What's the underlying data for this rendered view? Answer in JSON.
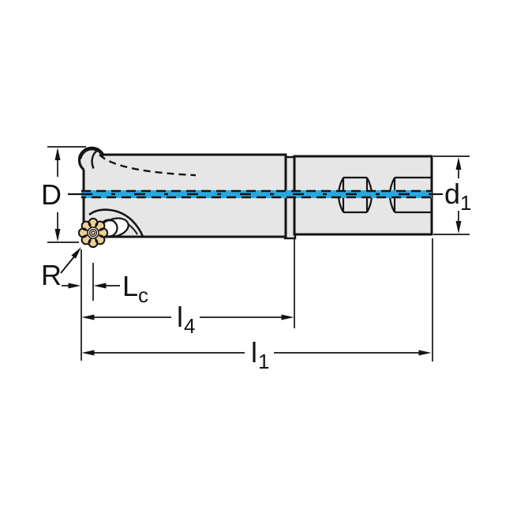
{
  "labels": {
    "body_diameter": {
      "main": "D"
    },
    "shank_diameter": {
      "main": "d",
      "sub": "1"
    },
    "insert_radius": {
      "main": "R"
    },
    "cutting_length": {
      "main": "L",
      "sub": "c"
    },
    "flute_length": {
      "main": "l",
      "sub": "4"
    },
    "overall_length": {
      "main": "l",
      "sub": "1"
    }
  },
  "colors": {
    "centerline_highlight": "#29A8E0",
    "insert_gold": "#EDD094",
    "body_fill": "#E6E6E6",
    "outline": "#141414",
    "background": "#FFFFFF"
  }
}
